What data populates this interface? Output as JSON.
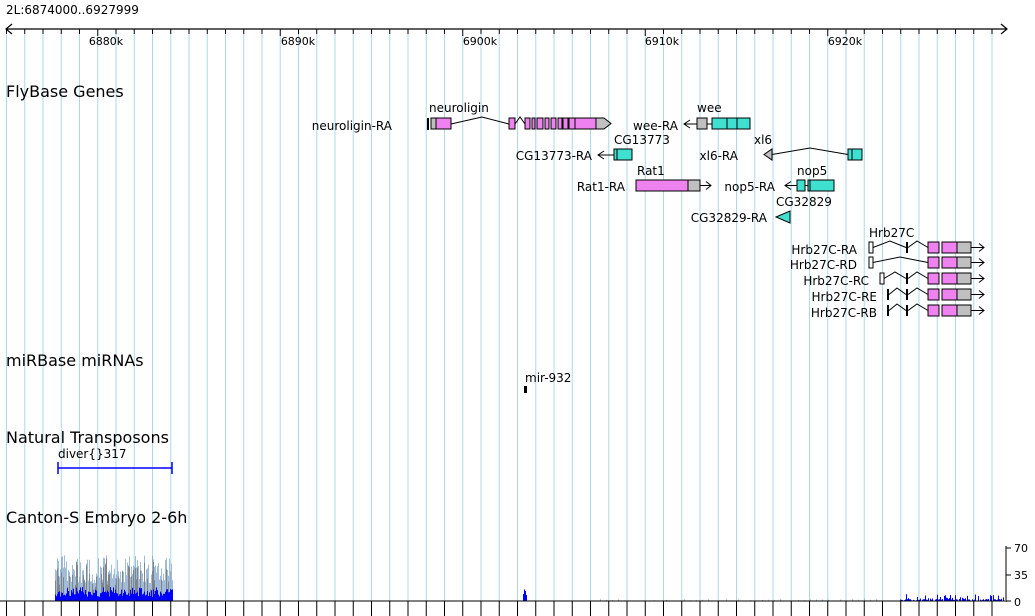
{
  "region": "2L:6874000..6927999",
  "ruler": {
    "ticks": [
      "6880k",
      "6890k",
      "6900k",
      "6910k",
      "6920k"
    ]
  },
  "tracks": {
    "genes": {
      "title": "FlyBase Genes"
    },
    "mirna": {
      "title": "miRBase miRNAs"
    },
    "transposons": {
      "title": "Natural Transposons"
    },
    "coverage": {
      "title": "Canton-S Embryo 2-6h"
    }
  },
  "genes": [
    {
      "gene": "neuroligin",
      "transcript": "neuroligin-RA"
    },
    {
      "gene": "wee",
      "transcript": "wee-RA"
    },
    {
      "gene": "CG13773",
      "transcript": "CG13773-RA"
    },
    {
      "gene": "xl6",
      "transcript": "xl6-RA"
    },
    {
      "gene": "Rat1",
      "transcript": "Rat1-RA"
    },
    {
      "gene": "nop5",
      "transcript": "nop5-RA"
    },
    {
      "gene": "CG32829",
      "transcript": "CG32829-RA"
    },
    {
      "gene": "Hrb27C",
      "transcript": "Hrb27C-RA"
    },
    {
      "gene": "",
      "transcript": "Hrb27C-RD"
    },
    {
      "gene": "",
      "transcript": "Hrb27C-RC"
    },
    {
      "gene": "",
      "transcript": "Hrb27C-RE"
    },
    {
      "gene": "",
      "transcript": "Hrb27C-RB"
    }
  ],
  "mirnas": [
    {
      "name": "mir-932"
    }
  ],
  "transposons": [
    {
      "name": "diver{}317"
    }
  ],
  "coverage_axis": {
    "ticks": [
      "70",
      "35",
      "0"
    ]
  },
  "colors": {
    "grid": "#add8e6",
    "coding_exon_magenta": "#ee82ee",
    "coding_exon_cyan": "#40e0d0",
    "utr": "#c0c0c0",
    "transposon": "#0000ff",
    "coverage": "#0000ff"
  }
}
